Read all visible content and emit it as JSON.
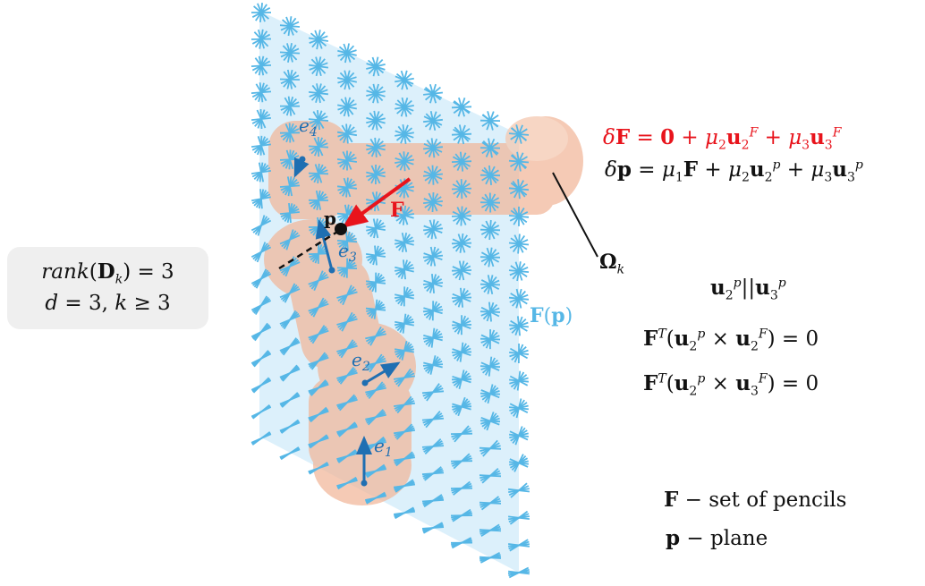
{
  "rank_box": {
    "line1": "rank(D_k) = 3",
    "line2": "d = 3,  k ≥ 3"
  },
  "equations": {
    "deltaF": "δF =   0 + μ2 u2^F + μ3 u3^F",
    "deltap": "δp = μ1 F + μ2 u2^p + μ3 u3^p"
  },
  "conditions": {
    "c1": "u2^p || u3^p",
    "c2": "F^T(u2^p × u2^F) = 0",
    "c3": "F^T(u2^p × u3^F) = 0"
  },
  "legend": {
    "F_symbol": "F",
    "F_text": "set of pencils",
    "p_symbol": "p",
    "p_text": "plane"
  },
  "diagram_labels": {
    "omega": "Ω_k",
    "field": "F(p)",
    "point": "p",
    "force": "F",
    "e1": "e1",
    "e2": "e2",
    "e3": "e3",
    "e4": "e4"
  },
  "colors": {
    "plane": "#bfe3f7",
    "pencil": "#56b7e6",
    "robot": "#f1b496",
    "axis_arrow": "#1f6fb2",
    "force_arrow": "#e8141c",
    "red_text": "#e8141c",
    "field_label": "#56b7e6"
  }
}
